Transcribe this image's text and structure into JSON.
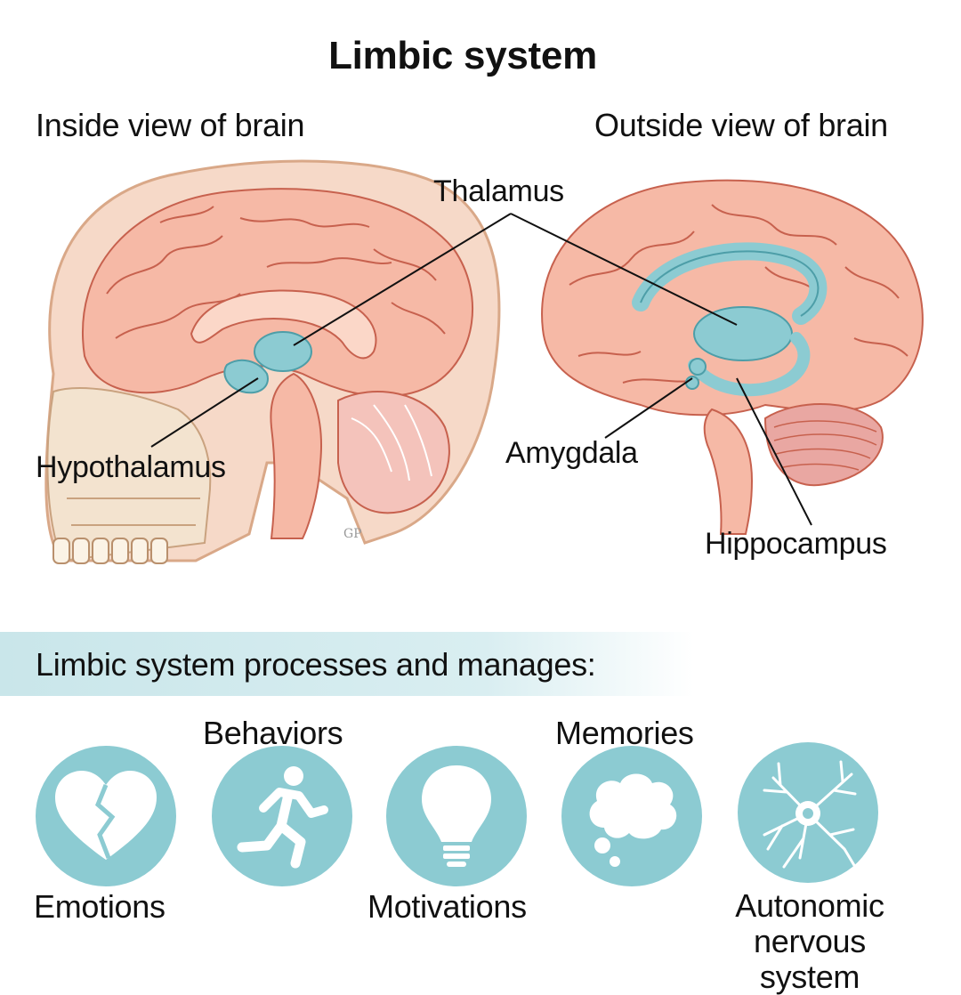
{
  "title": "Limbic system",
  "inside_view_caption": "Inside view of brain",
  "outside_view_caption": "Outside view of brain",
  "labels": {
    "thalamus": "Thalamus",
    "hypothalamus": "Hypothalamus",
    "amygdala": "Amygdala",
    "hippocampus": "Hippocampus"
  },
  "banner": "Limbic system processes and manages:",
  "functions": {
    "behaviors": "Behaviors",
    "memories": "Memories",
    "emotions": "Emotions",
    "motivations": "Motivations",
    "autonomic": "Autonomic nervous system"
  },
  "icons": [
    "broken-heart-icon",
    "running-person-icon",
    "lightbulb-icon",
    "thought-bubble-icon",
    "neuron-icon"
  ],
  "colors": {
    "brain": "#f6b9a6",
    "brain_line": "#c7614e",
    "limbic": "#8ccbd2",
    "banner": "#c9e6ea",
    "icon_circle": "#8ccbd2"
  }
}
